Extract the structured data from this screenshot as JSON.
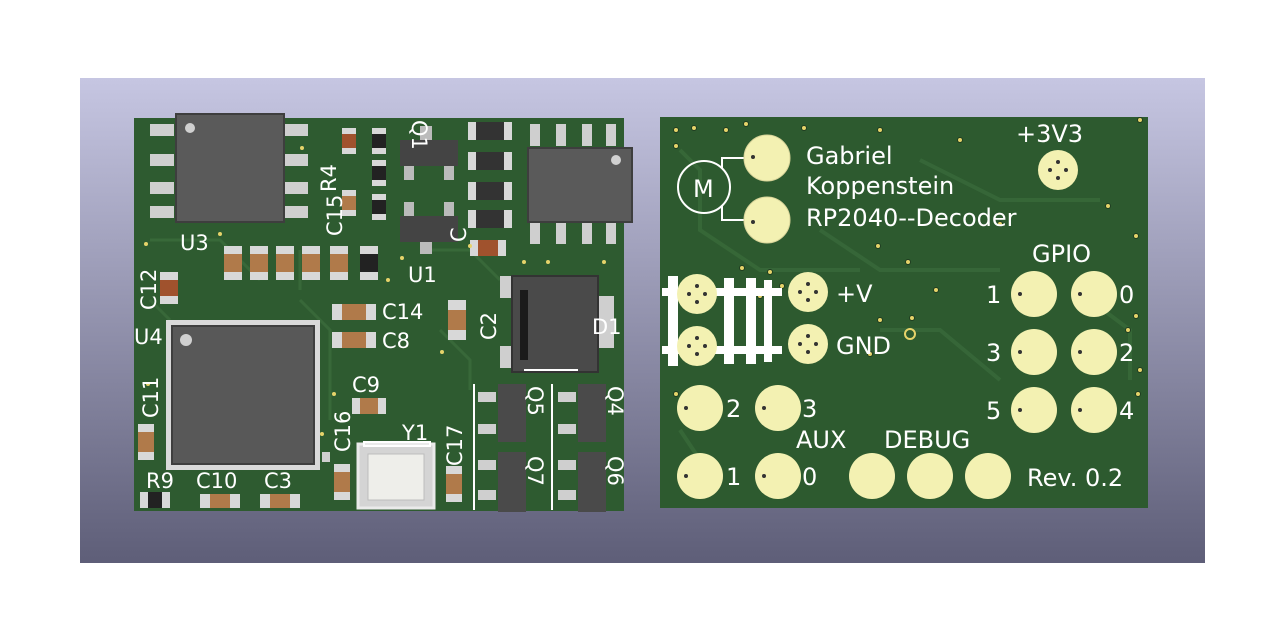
{
  "scene": {
    "background_top": "#c3c3e0",
    "background_bottom": "#5f5f78",
    "board_color": "#2d5a2f",
    "pad_color": "#f1efb0"
  },
  "top_board": {
    "refdes": {
      "u3": "U3",
      "r4": "R4",
      "c15": "C15",
      "q1": "Q1",
      "u1": "U1",
      "c12": "C12",
      "c14": "C14",
      "c8": "C8",
      "c2": "C2",
      "d1": "D1",
      "u4": "U4",
      "c11": "C11",
      "c9": "C9",
      "c16": "C16",
      "y1": "Y1",
      "c17": "C17",
      "q5": "Q5",
      "q4": "Q4",
      "q7": "Q7",
      "q6": "Q6",
      "r9": "R9",
      "c10": "C10",
      "c3": "C3",
      "c_partial": "C"
    }
  },
  "bottom_board": {
    "author_first": "Gabriel",
    "author_last": "Koppenstein",
    "project": "RP2040--Decoder",
    "supply_3v3": "+3V3",
    "plus_v": "+V",
    "gnd": "GND",
    "gpio_header": "GPIO",
    "gpio_labels": [
      "1",
      "0",
      "3",
      "2",
      "5",
      "4"
    ],
    "aux_header": "AUX",
    "aux_labels": [
      "2",
      "3",
      "1",
      "0"
    ],
    "debug_header": "DEBUG",
    "revision": "Rev. 0.2",
    "motor_symbol": "M"
  }
}
